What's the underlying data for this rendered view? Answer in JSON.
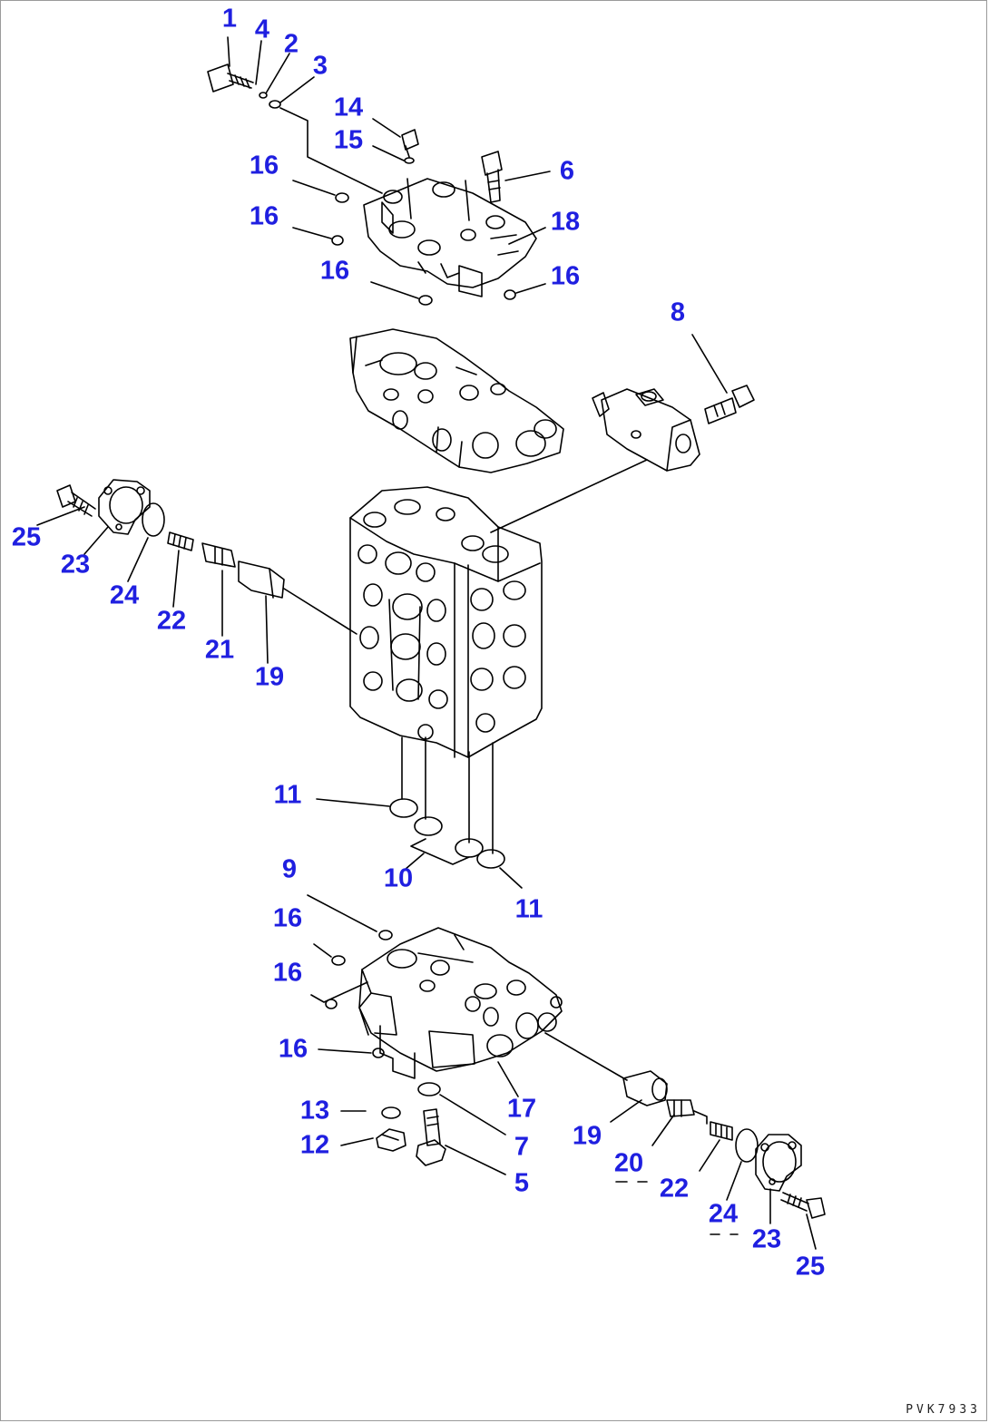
{
  "diagram": {
    "type": "exploded-parts-view",
    "callouts": [
      {
        "id": "c1a",
        "label": "1"
      },
      {
        "id": "c4a",
        "label": "4"
      },
      {
        "id": "c2a",
        "label": "2"
      },
      {
        "id": "c3a",
        "label": "3"
      },
      {
        "id": "c14",
        "label": "14"
      },
      {
        "id": "c15",
        "label": "15"
      },
      {
        "id": "c6",
        "label": "6"
      },
      {
        "id": "c16a",
        "label": "16"
      },
      {
        "id": "c16b",
        "label": "16"
      },
      {
        "id": "c18",
        "label": "18"
      },
      {
        "id": "c16c",
        "label": "16"
      },
      {
        "id": "c16d",
        "label": "16"
      },
      {
        "id": "c8",
        "label": "8"
      },
      {
        "id": "c25a",
        "label": "25"
      },
      {
        "id": "c23a",
        "label": "23"
      },
      {
        "id": "c24a",
        "label": "24"
      },
      {
        "id": "c22a",
        "label": "22"
      },
      {
        "id": "c21",
        "label": "21"
      },
      {
        "id": "c19a",
        "label": "19"
      },
      {
        "id": "c11a",
        "label": "11"
      },
      {
        "id": "c10",
        "label": "10"
      },
      {
        "id": "c11b",
        "label": "11"
      },
      {
        "id": "c9",
        "label": "9"
      },
      {
        "id": "c16e",
        "label": "16"
      },
      {
        "id": "c16f",
        "label": "16"
      },
      {
        "id": "c16g",
        "label": "16"
      },
      {
        "id": "c17",
        "label": "17"
      },
      {
        "id": "c13",
        "label": "13"
      },
      {
        "id": "c12",
        "label": "12"
      },
      {
        "id": "c7",
        "label": "7"
      },
      {
        "id": "c5",
        "label": "5"
      },
      {
        "id": "c19b",
        "label": "19"
      },
      {
        "id": "c20",
        "label": "20"
      },
      {
        "id": "c22b",
        "label": "22"
      },
      {
        "id": "c24b",
        "label": "24"
      },
      {
        "id": "c23b",
        "label": "23"
      },
      {
        "id": "c25b",
        "label": "25"
      }
    ],
    "drawing_code": "PVK7933",
    "colors": {
      "callout": "#1f1fe0",
      "line": "#000000",
      "background": "#ffffff"
    }
  }
}
